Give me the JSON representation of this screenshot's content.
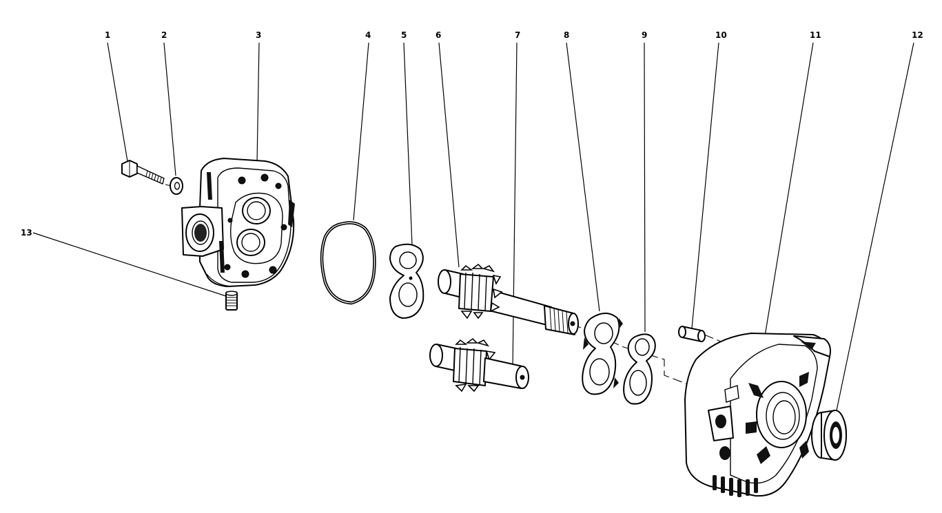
{
  "figure": {
    "callouts": [
      "1",
      "2",
      "3",
      "4",
      "5",
      "6",
      "7",
      "8",
      "9",
      "10",
      "11",
      "12",
      "13"
    ]
  },
  "colors": {
    "ink": "#000000",
    "paper": "#ffffff"
  }
}
